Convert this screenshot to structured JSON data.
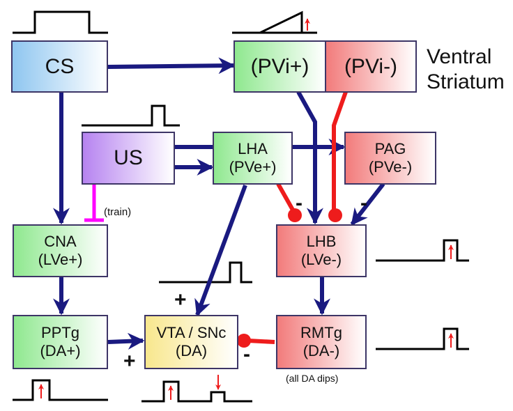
{
  "nodes": {
    "cs": {
      "label": "CS"
    },
    "pvi_plus": {
      "label": "(PVi+)"
    },
    "pvi_minus": {
      "label": "(PVi-)"
    },
    "us": {
      "label": "US"
    },
    "lha": {
      "line1": "LHA",
      "line2": "(PVe+)"
    },
    "pag": {
      "line1": "PAG",
      "line2": "(PVe-)"
    },
    "cna": {
      "line1": "CNA",
      "line2": "(LVe+)"
    },
    "lhb": {
      "line1": "LHB",
      "line2": "(LVe-)"
    },
    "pptg": {
      "line1": "PPTg",
      "line2": "(DA+)"
    },
    "vta": {
      "line1": "VTA / SNc",
      "line2": "(DA)"
    },
    "rmtg": {
      "line1": "RMTg",
      "line2": "(DA-)"
    }
  },
  "labels": {
    "ventral_striatum_1": "Ventral",
    "ventral_striatum_2": "Striatum",
    "train": "(train)",
    "all_da_dips": "(all DA dips)",
    "plus_vta_top": "+",
    "plus_vta_left": "+",
    "minus_vta_right": "-",
    "minus_lhb_left": "-",
    "minus_lhb_right": "-"
  },
  "colors": {
    "excitatory": "#1a1a80",
    "inhibitory": "#ee1c1c",
    "training": "#ff00ff",
    "border": "#3d3566"
  }
}
